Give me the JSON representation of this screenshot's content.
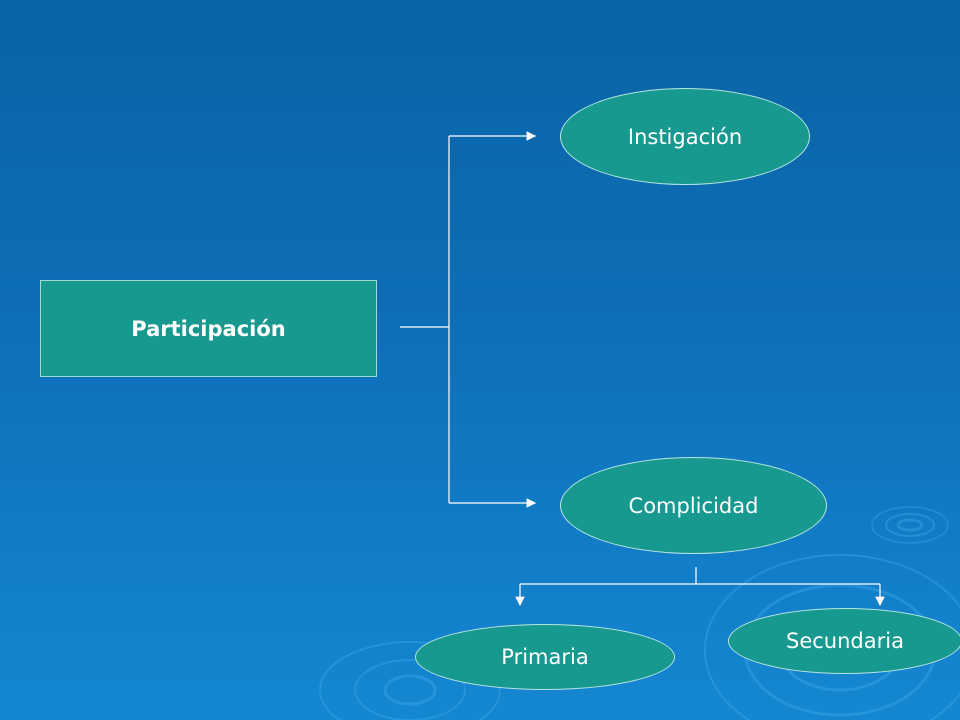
{
  "diagram": {
    "root": {
      "label": "Participación"
    },
    "branches": [
      {
        "id": "instigacion",
        "label": "Instigación"
      },
      {
        "id": "complicidad",
        "label": "Complicidad"
      }
    ],
    "sub_branches": {
      "primaria": {
        "label": "Primaria"
      },
      "secundaria": {
        "label": "Secundaria"
      }
    }
  },
  "colors": {
    "background_top": "#0a63a5",
    "background_bottom": "#1587d2",
    "node_fill": "#17998f",
    "connector": "#ffffff"
  }
}
